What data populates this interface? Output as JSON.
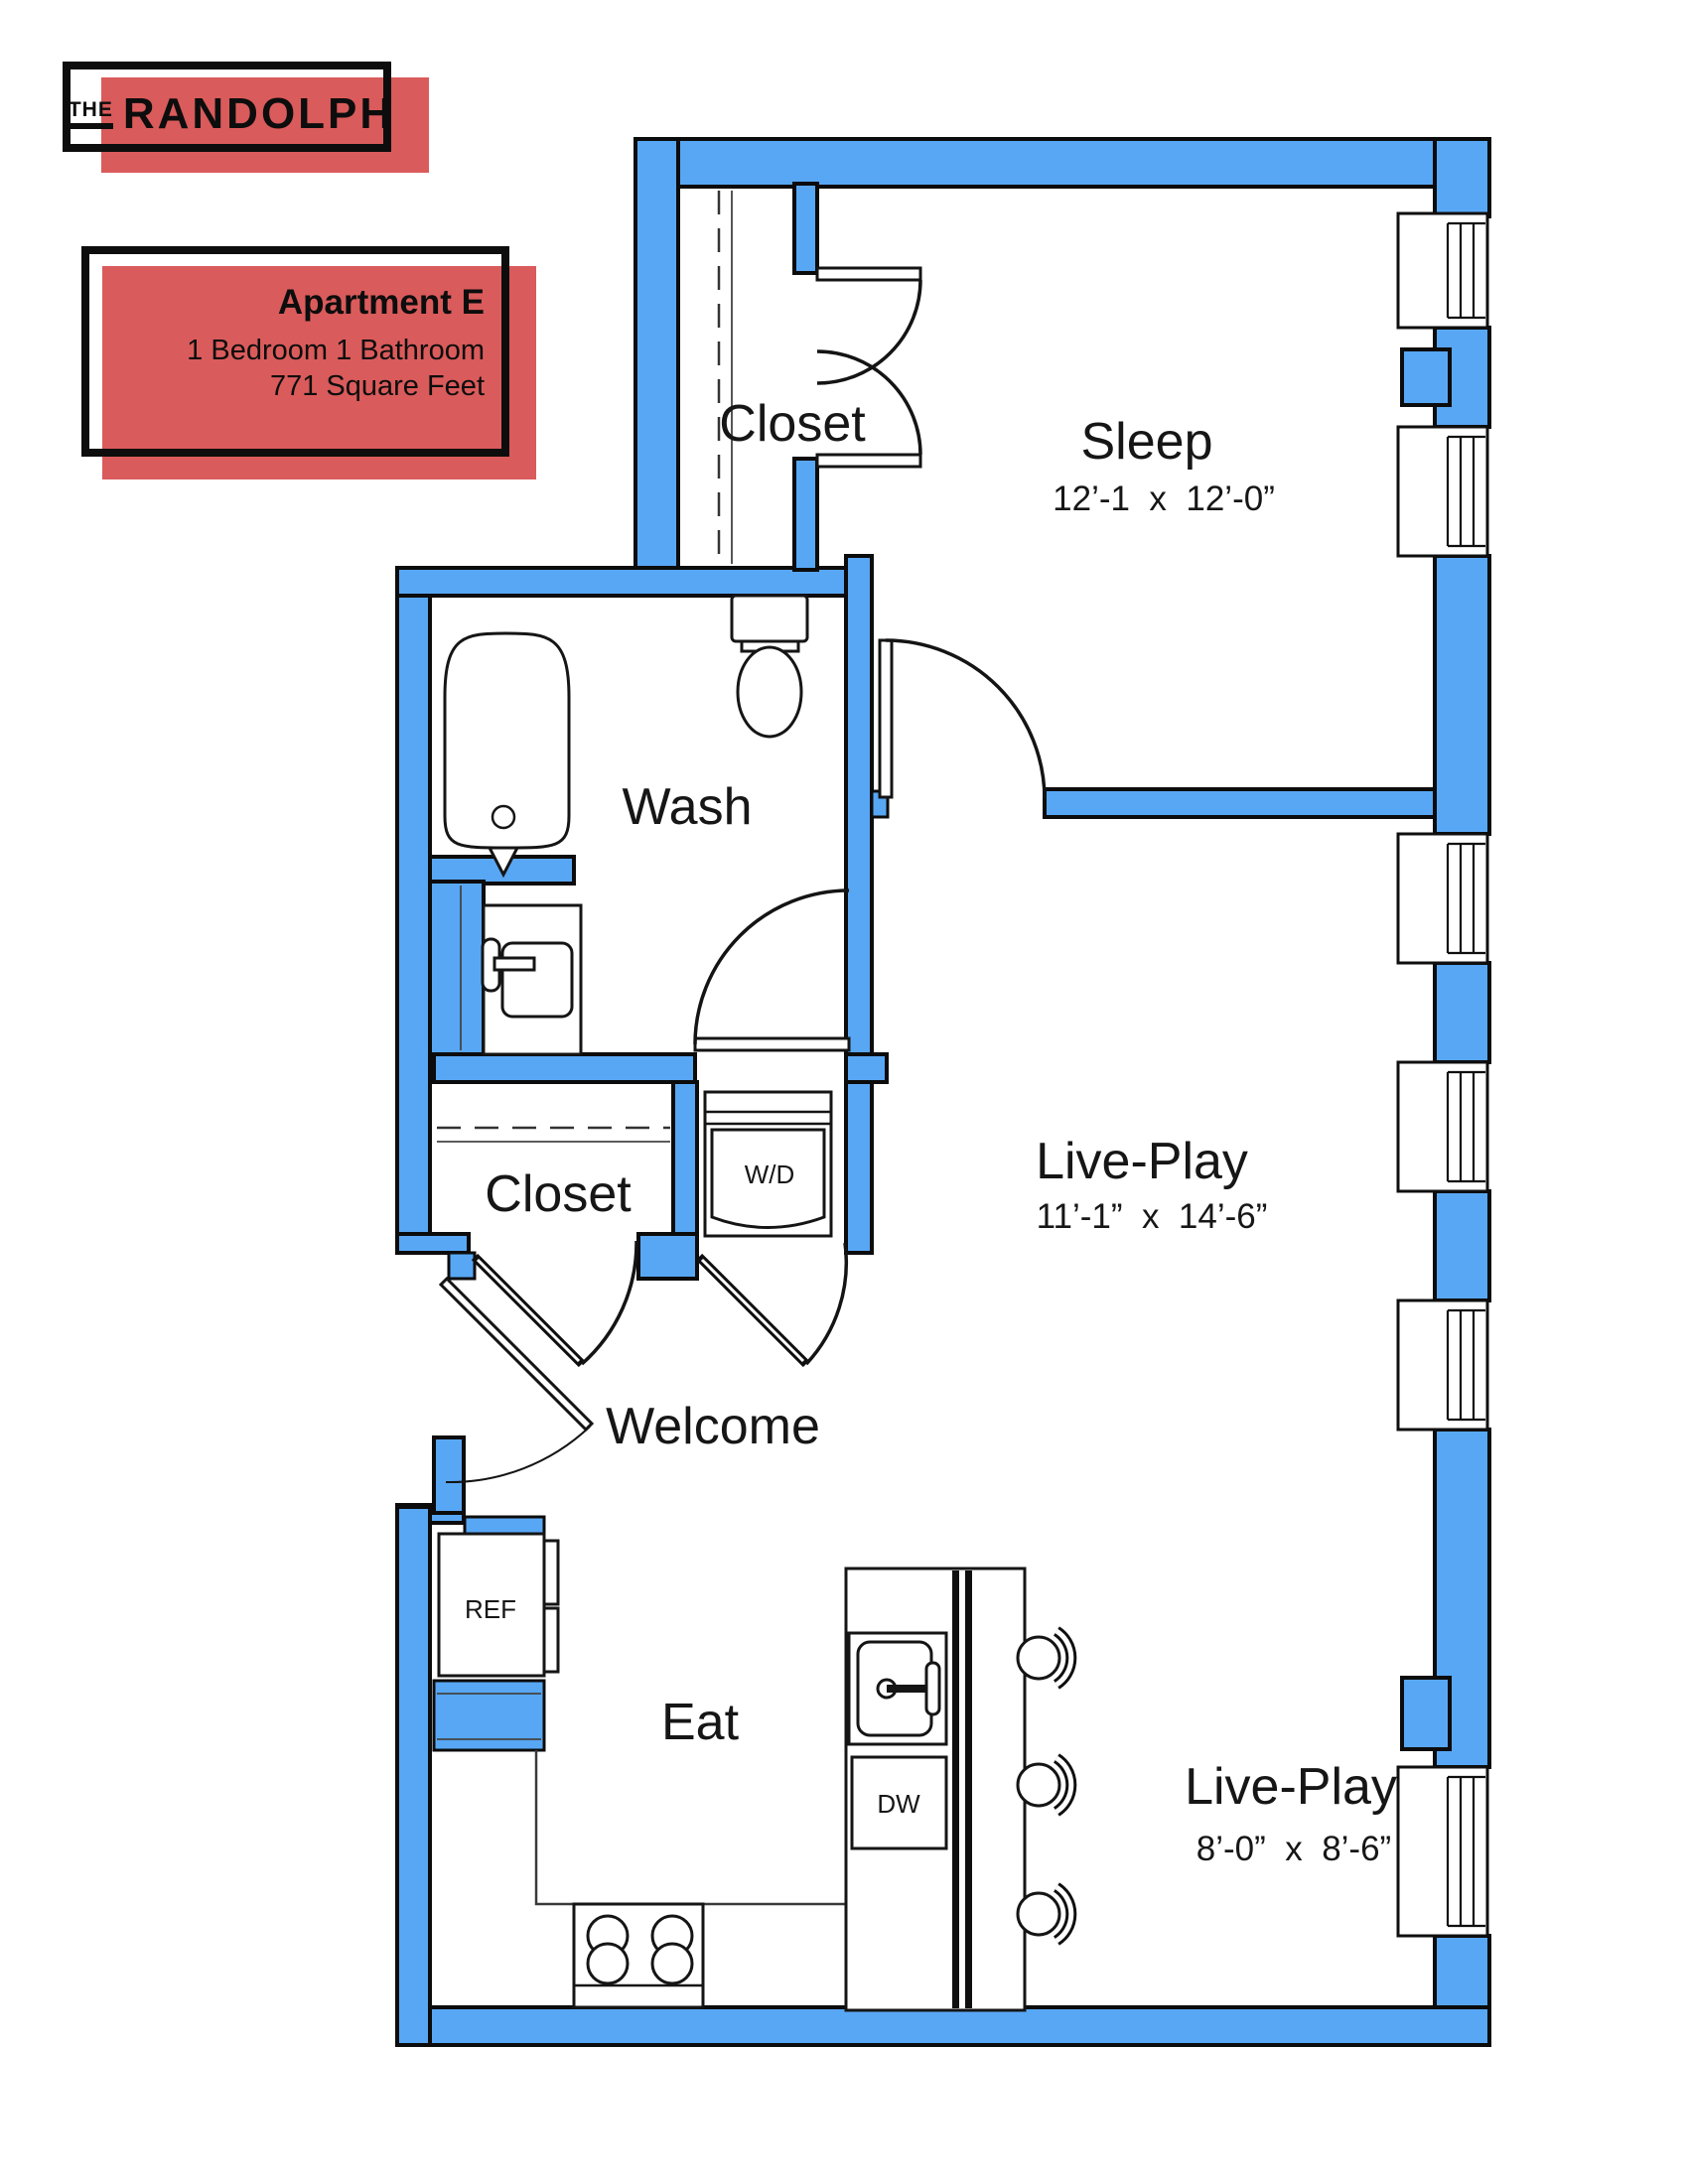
{
  "logo": {
    "the": "THE",
    "name": "RANDOLPH"
  },
  "info_box": {
    "title": "Apartment E",
    "line1": "1 Bedroom 1 Bathroom",
    "line2": "771 Square Feet"
  },
  "colors": {
    "wall_blue": "#58A7F5",
    "accent_red": "#DA5B5B",
    "ink": "#111111"
  },
  "rooms": {
    "closet_top": {
      "label": "Closet"
    },
    "sleep": {
      "label": "Sleep",
      "dims": "12’-1  x  12’-0”"
    },
    "wash": {
      "label": "Wash"
    },
    "closet_lower": {
      "label": "Closet"
    },
    "live_play_main": {
      "label": "Live-Play",
      "dims": "11’-1”  x  14’-6”"
    },
    "welcome": {
      "label": "Welcome"
    },
    "eat": {
      "label": "Eat"
    },
    "live_play_nook": {
      "label": "Live-Play",
      "dims": "8’-0”  x  8’-6”"
    }
  },
  "appliances": {
    "washer_dryer": {
      "label": "W/D"
    },
    "refrigerator": {
      "label": "REF"
    },
    "dishwasher": {
      "label": "DW"
    }
  }
}
